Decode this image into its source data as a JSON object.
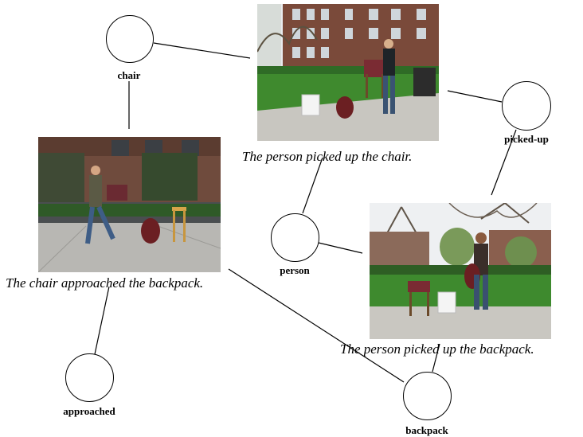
{
  "nodes": {
    "chair": "chair",
    "picked_up": "picked-up",
    "person": "person",
    "approached": "approached",
    "backpack": "backpack"
  },
  "captions": {
    "chair_picked": "The person picked up the chair.",
    "chair_approached": "The chair approached the backpack.",
    "backpack_picked": "The person picked up the backpack."
  },
  "photos": {
    "photo_1": "person-lifting-chair-scene",
    "photo_2": "person-carrying-chair-scene",
    "photo_3": "person-holding-backpack-scene"
  },
  "colors": {
    "line": "#000000",
    "grass": "#3f8a2e",
    "brick": "#7a4a3a",
    "sky": "#eef0f2",
    "pavement": "#c8c6c0"
  }
}
